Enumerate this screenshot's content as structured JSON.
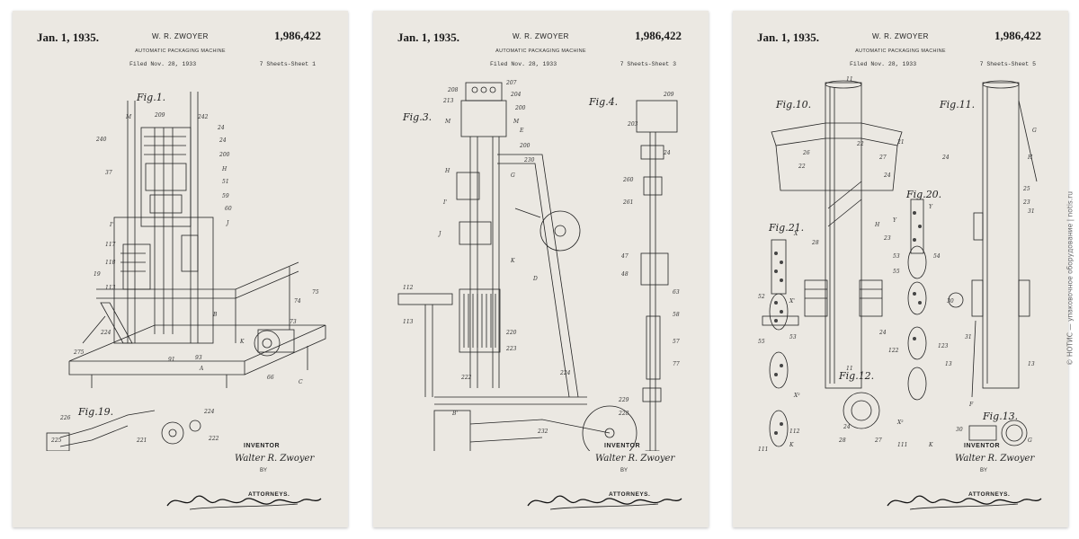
{
  "sheets": [
    {
      "date": "Jan. 1, 1935.",
      "inventor": "W. R. ZWOYER",
      "patent_no": "1,986,422",
      "title": "AUTOMATIC PACKAGING MACHINE",
      "filed": "Filed Nov. 28, 1933",
      "sheet_info": "7 Sheets-Sheet 1",
      "figures": [
        "Fig.1.",
        "Fig.19."
      ],
      "inventor_label": "INVENTOR",
      "inventor_signature": "Walter R. Zwoyer",
      "by": "BY",
      "attorneys": "ATTORNEYS."
    },
    {
      "date": "Jan. 1, 1935.",
      "inventor": "W. R. ZWOYER",
      "patent_no": "1,986,422",
      "title": "AUTOMATIC PACKAGING MACHINE",
      "filed": "Filed Nov. 28, 1933",
      "sheet_info": "7 Sheets-Sheet 3",
      "figures": [
        "Fig.3.",
        "Fig.4."
      ],
      "inventor_label": "INVENTOR",
      "inventor_signature": "Walter R. Zwoyer",
      "by": "BY",
      "attorneys": "ATTORNEYS."
    },
    {
      "date": "Jan. 1, 1935.",
      "inventor": "W. R. ZWOYER",
      "patent_no": "1,986,422",
      "title": "AUTOMATIC PACKAGING MACHINE",
      "filed": "Filed Nov. 28, 1933",
      "sheet_info": "7 Sheets-Sheet 5",
      "figures": [
        "Fig.10.",
        "Fig.11.",
        "Fig.20.",
        "Fig.21.",
        "Fig.12.",
        "Fig.13."
      ],
      "inventor_label": "INVENTOR",
      "inventor_signature": "Walter R. Zwoyer",
      "by": "BY",
      "attorneys": "ATTORNEYS."
    }
  ],
  "credit": "© НОТИС — упаковочное оборудование | notis.ru",
  "colors": {
    "paper": "#ebe8e2",
    "ink": "#222222",
    "background": "#ffffff"
  }
}
